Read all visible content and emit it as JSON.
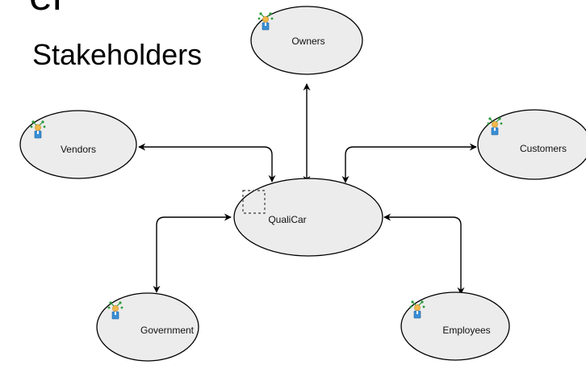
{
  "slide": {
    "title_partial": "er",
    "subtitle": "Stakeholders"
  },
  "colors": {
    "node_fill": "#ececec",
    "node_stroke": "#000000",
    "connector": "#000000",
    "icon_person_body": "#3a8fd6",
    "icon_head": "#f2b84b",
    "icon_leaf": "#2c9a3a"
  },
  "diagram": {
    "center": {
      "label": "QualiCar",
      "icon": "placeholder-box-icon"
    },
    "nodes": [
      {
        "id": "owners",
        "label": "Owners",
        "icon": "stakeholder-person-icon"
      },
      {
        "id": "vendors",
        "label": "Vendors",
        "icon": "stakeholder-person-icon"
      },
      {
        "id": "customers",
        "label": "Customers",
        "icon": "stakeholder-person-icon"
      },
      {
        "id": "government",
        "label": "Government",
        "icon": "stakeholder-person-icon"
      },
      {
        "id": "employees",
        "label": "Employees",
        "icon": "stakeholder-person-icon"
      }
    ],
    "edges": [
      {
        "from": "owners",
        "to": "QualiCar",
        "direction": "both"
      },
      {
        "from": "vendors",
        "to": "QualiCar",
        "direction": "both"
      },
      {
        "from": "customers",
        "to": "QualiCar",
        "direction": "both"
      },
      {
        "from": "government",
        "to": "QualiCar",
        "direction": "both"
      },
      {
        "from": "employees",
        "to": "QualiCar",
        "direction": "both"
      }
    ]
  }
}
